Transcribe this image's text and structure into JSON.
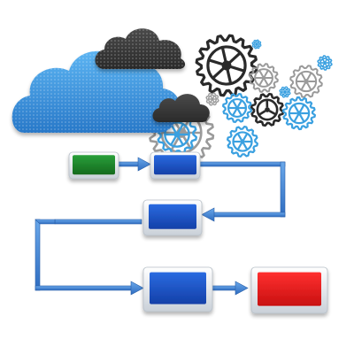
{
  "colors": {
    "background": "#ffffff",
    "cloud_blue": "#3a8fd8",
    "cloud_dark": "#3a3a3a",
    "gear_dark": "#2a2a2a",
    "gear_gray": "#9a9a9a",
    "gear_blue": "#3aa0e0",
    "arrow_blue": "#3f86d8",
    "box_green": "#1d8a2a",
    "box_blue": "#1a52c8",
    "box_red": "#e61b1b",
    "box_frame": "#e8ecf0"
  },
  "icons": [
    "cloud-icon",
    "gear-icon"
  ],
  "flowchart": {
    "nodes": [
      {
        "id": "start",
        "color": "green"
      },
      {
        "id": "step-1",
        "color": "blue"
      },
      {
        "id": "step-2",
        "color": "blue"
      },
      {
        "id": "step-3",
        "color": "blue"
      },
      {
        "id": "end",
        "color": "red"
      }
    ],
    "edges": [
      {
        "from": "start",
        "to": "step-1"
      },
      {
        "from": "step-1",
        "to": "step-2"
      },
      {
        "from": "step-2",
        "to": "step-3"
      },
      {
        "from": "step-3",
        "to": "end"
      }
    ]
  }
}
